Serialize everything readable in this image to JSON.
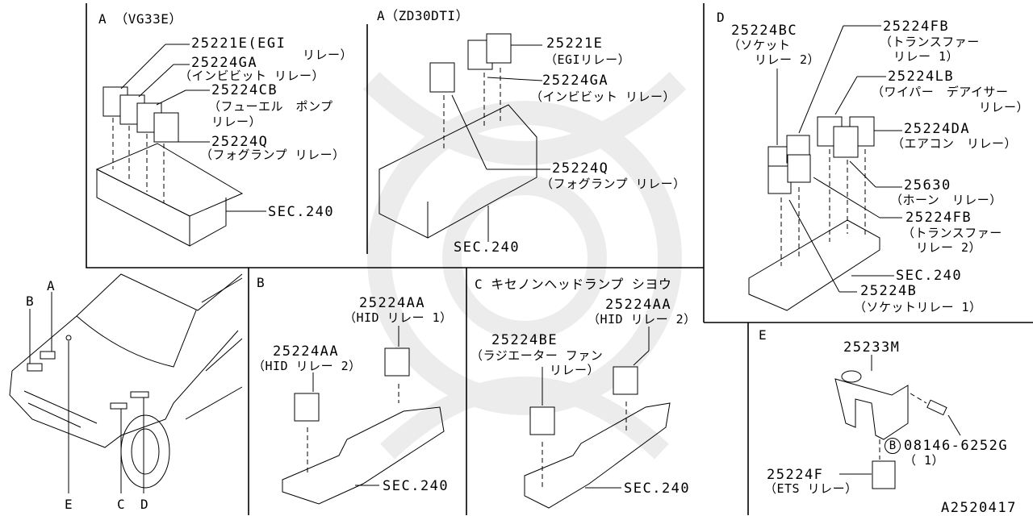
{
  "diagram": {
    "drawing_id": "A2520417",
    "sections": {
      "A_vg33e": {
        "title": "A （VG33E）",
        "callouts": [
          {
            "part": "25221E(EGI",
            "desc": "リレー）"
          },
          {
            "part": "25224GA",
            "desc": "（インビビット リレー）"
          },
          {
            "part": "25224CB",
            "desc": "（フューエル　ポンプ",
            "desc2": "リレー）"
          },
          {
            "part": "25224Q",
            "desc": "（フォグランプ リレー）"
          }
        ],
        "sec_ref": "SEC.240"
      },
      "A_zd30dti": {
        "title": "A（ZD30DTI）",
        "callouts": [
          {
            "part": "25221E",
            "desc": "（EGIリレー）"
          },
          {
            "part": "25224GA",
            "desc": "（インビビット リレー）"
          },
          {
            "part": "25224Q",
            "desc": "（フォグランプ リレー）"
          }
        ],
        "sec_ref": "SEC.240"
      },
      "D": {
        "title": "D",
        "callouts": [
          {
            "part": "25224BC",
            "desc": "（ソケット",
            "desc2": "リレー 2）"
          },
          {
            "part": "25224FB",
            "desc": "（トランスファー",
            "desc2": "リレー 1）"
          },
          {
            "part": "25224LB",
            "desc": "（ワイパー　デアイサー",
            "desc2": "リレー）"
          },
          {
            "part": "25224DA",
            "desc": "（エアコン　リレー）"
          },
          {
            "part": "25630",
            "desc": "（ホーン　リレー）"
          },
          {
            "part": "25224FB",
            "desc": "（トランスファー",
            "desc2": "リレー 2）"
          },
          {
            "part": "25224B",
            "desc": "（ソケットリレー 1）"
          }
        ],
        "sec_ref": "SEC.240"
      },
      "vehicle": {
        "location_labels": [
          "A",
          "B",
          "C",
          "D",
          "E"
        ]
      },
      "B": {
        "title": "B",
        "callouts": [
          {
            "part": "25224AA",
            "desc": "（HID リレー 1）"
          },
          {
            "part": "25224AA",
            "desc": "（HID リレー 2）"
          }
        ],
        "sec_ref": "SEC.240"
      },
      "C": {
        "title": "C キセノンヘッドランプ シヨウ",
        "callouts": [
          {
            "part": "25224AA",
            "desc": "（HID リレー 2）"
          },
          {
            "part": "25224BE",
            "desc": "（ラジエーター ファン",
            "desc2": "リレー）"
          }
        ],
        "sec_ref": "SEC.240"
      },
      "E": {
        "title": "E",
        "callouts": [
          {
            "part": "25233M"
          },
          {
            "bolt_mark": "B",
            "part": "08146-6252G",
            "qty": "（ 1）"
          },
          {
            "part": "25224F",
            "desc": "（ETS リレー）"
          }
        ]
      }
    }
  }
}
